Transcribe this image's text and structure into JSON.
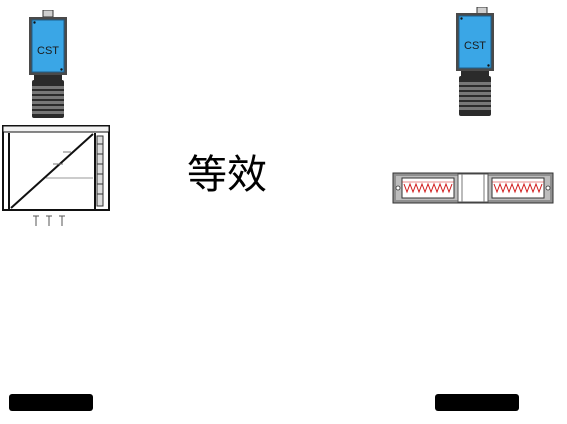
{
  "left_camera": {
    "label": "CST",
    "icon": "industrial-camera-icon"
  },
  "right_camera": {
    "label": "CST",
    "icon": "industrial-camera-icon"
  },
  "center_text": "等效",
  "left_device": {
    "icon": "coaxial-prism-box-icon"
  },
  "right_device": {
    "icon": "dual-panel-bracket-icon"
  },
  "colors": {
    "camera_body": "#3aa6e6",
    "lens_dark": "#2b2b2b",
    "lens_mid": "#6e6e6e",
    "accent_red": "#d11a1a",
    "bar": "#000000"
  }
}
